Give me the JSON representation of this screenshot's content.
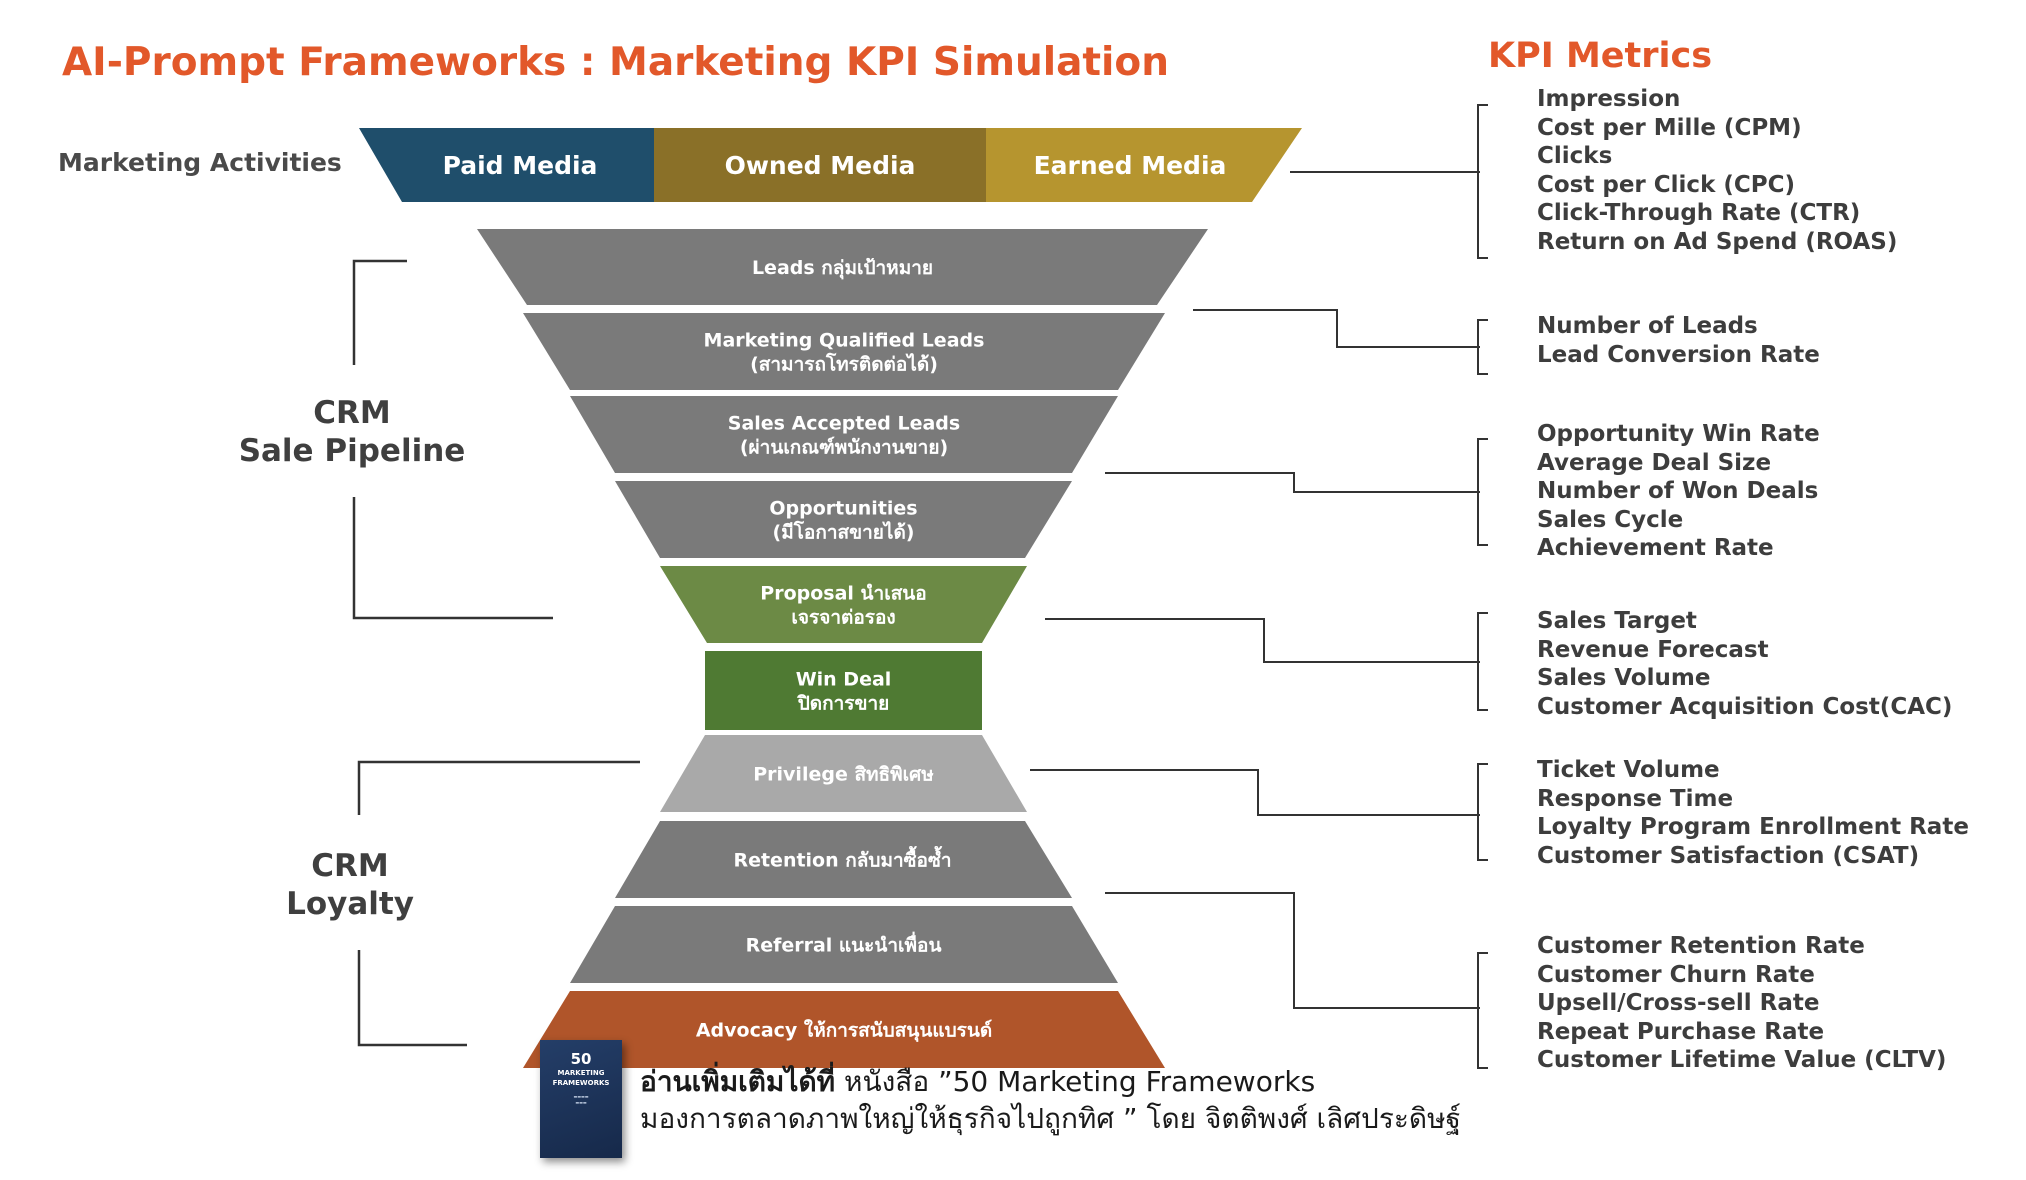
{
  "title": "AI-Prompt Frameworks : Marketing KPI Simulation",
  "kpi_title": "KPI Metrics",
  "activities_label": "Marketing Activities",
  "media": [
    {
      "label": "Paid Media",
      "color": "#1F4E6B"
    },
    {
      "label": "Owned Media",
      "color": "#8A7028"
    },
    {
      "label": "Earned Media",
      "color": "#B6952F"
    }
  ],
  "funnel": [
    {
      "lines": [
        "Leads กลุ่มเป้าหมาย"
      ],
      "color": "#7A7A7A"
    },
    {
      "lines": [
        "Marketing Qualified Leads",
        "(สามารถโทรติดต่อได้)"
      ],
      "color": "#7A7A7A"
    },
    {
      "lines": [
        "Sales Accepted Leads",
        "(ผ่านเกณฑ์พนักงานขาย)"
      ],
      "color": "#7A7A7A"
    },
    {
      "lines": [
        "Opportunities",
        "(มีโอกาสขายได้)"
      ],
      "color": "#7A7A7A"
    },
    {
      "lines": [
        "Proposal นำเสนอ",
        "เจรจาต่อรอง"
      ],
      "color": "#6C8A45"
    },
    {
      "lines": [
        "Win Deal",
        "ปิดการขาย"
      ],
      "color": "#4F7A33"
    },
    {
      "lines": [
        "Privilege สิทธิพิเศษ"
      ],
      "color": "#A9A9A9"
    },
    {
      "lines": [
        "Retention กลับมาซื้อซ้ำ"
      ],
      "color": "#7A7A7A"
    },
    {
      "lines": [
        "Referral แนะนำเพื่อน"
      ],
      "color": "#7A7A7A"
    },
    {
      "lines": [
        "Advocacy ให้การสนับสนุนแบรนด์"
      ],
      "color": "#B0552A"
    }
  ],
  "crm_sale_pipeline": [
    "CRM",
    "Sale Pipeline"
  ],
  "crm_loyalty": [
    "CRM",
    "Loyalty"
  ],
  "kpi_groups": [
    [
      "Impression",
      "Cost per Mille (CPM)",
      "Clicks",
      "Cost per Click (CPC)",
      "Click-Through Rate (CTR)",
      "Return on Ad Spend (ROAS)"
    ],
    [
      "Number of Leads",
      "Lead Conversion Rate"
    ],
    [
      "Opportunity Win Rate",
      "Average Deal Size",
      "Number of Won Deals",
      "Sales Cycle",
      "Achievement Rate"
    ],
    [
      "Sales Target",
      "Revenue Forecast",
      "Sales Volume",
      "Customer Acquisition Cost(CAC)"
    ],
    [
      "Ticket Volume",
      "Response Time",
      "Loyalty Program Enrollment Rate",
      "Customer Satisfaction (CSAT)"
    ],
    [
      "Customer Retention Rate",
      "Customer Churn Rate",
      "Upsell/Cross-sell Rate",
      "Repeat Purchase Rate",
      "Customer Lifetime Value (CLTV)"
    ]
  ],
  "footer": {
    "bold": "อ่านเพิ่มเติมได้ที่",
    "line1": " หนังสือ ”50 Marketing Frameworks",
    "line2": "มองการตลาดภาพใหญ่ให้ธุรกิจไปถูกทิศ ” โดย จิตติพงศ์ เลิศประดิษฐ์"
  },
  "book": {
    "number": "50",
    "title_lines": [
      "MARKETING",
      "FRAMEWORKS"
    ]
  }
}
